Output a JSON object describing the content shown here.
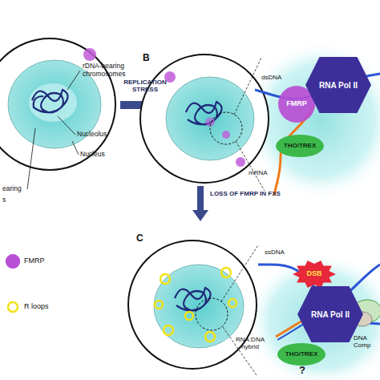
{
  "diagram": {
    "nodes": [
      {
        "text": [
          "FMRP"
        ]
      },
      {
        "text": [
          "RNA Pol II"
        ]
      },
      {
        "text": [
          "THO/TREX"
        ]
      },
      {
        "text": [
          "DSB"
        ]
      },
      {
        "text": [
          "RNA Pol II"
        ]
      },
      {
        "text": [
          "THO/TREX"
        ]
      }
    ],
    "labels": [
      "rDNA-bearing chromosomes",
      "Nucleolus",
      "Nucleus",
      "earing",
      "s",
      "REPLICATION STRESS",
      "B",
      "dsDNA",
      "mRNA",
      "LOSS OF FMRP IN FXS",
      "C",
      "ssDNA",
      "RNA:DNA hybrid",
      "DNA Comp",
      "?"
    ],
    "legend": [
      {
        "text": "FMRP",
        "color": "#b84fd4"
      },
      {
        "text": "R loops"
      }
    ]
  }
}
